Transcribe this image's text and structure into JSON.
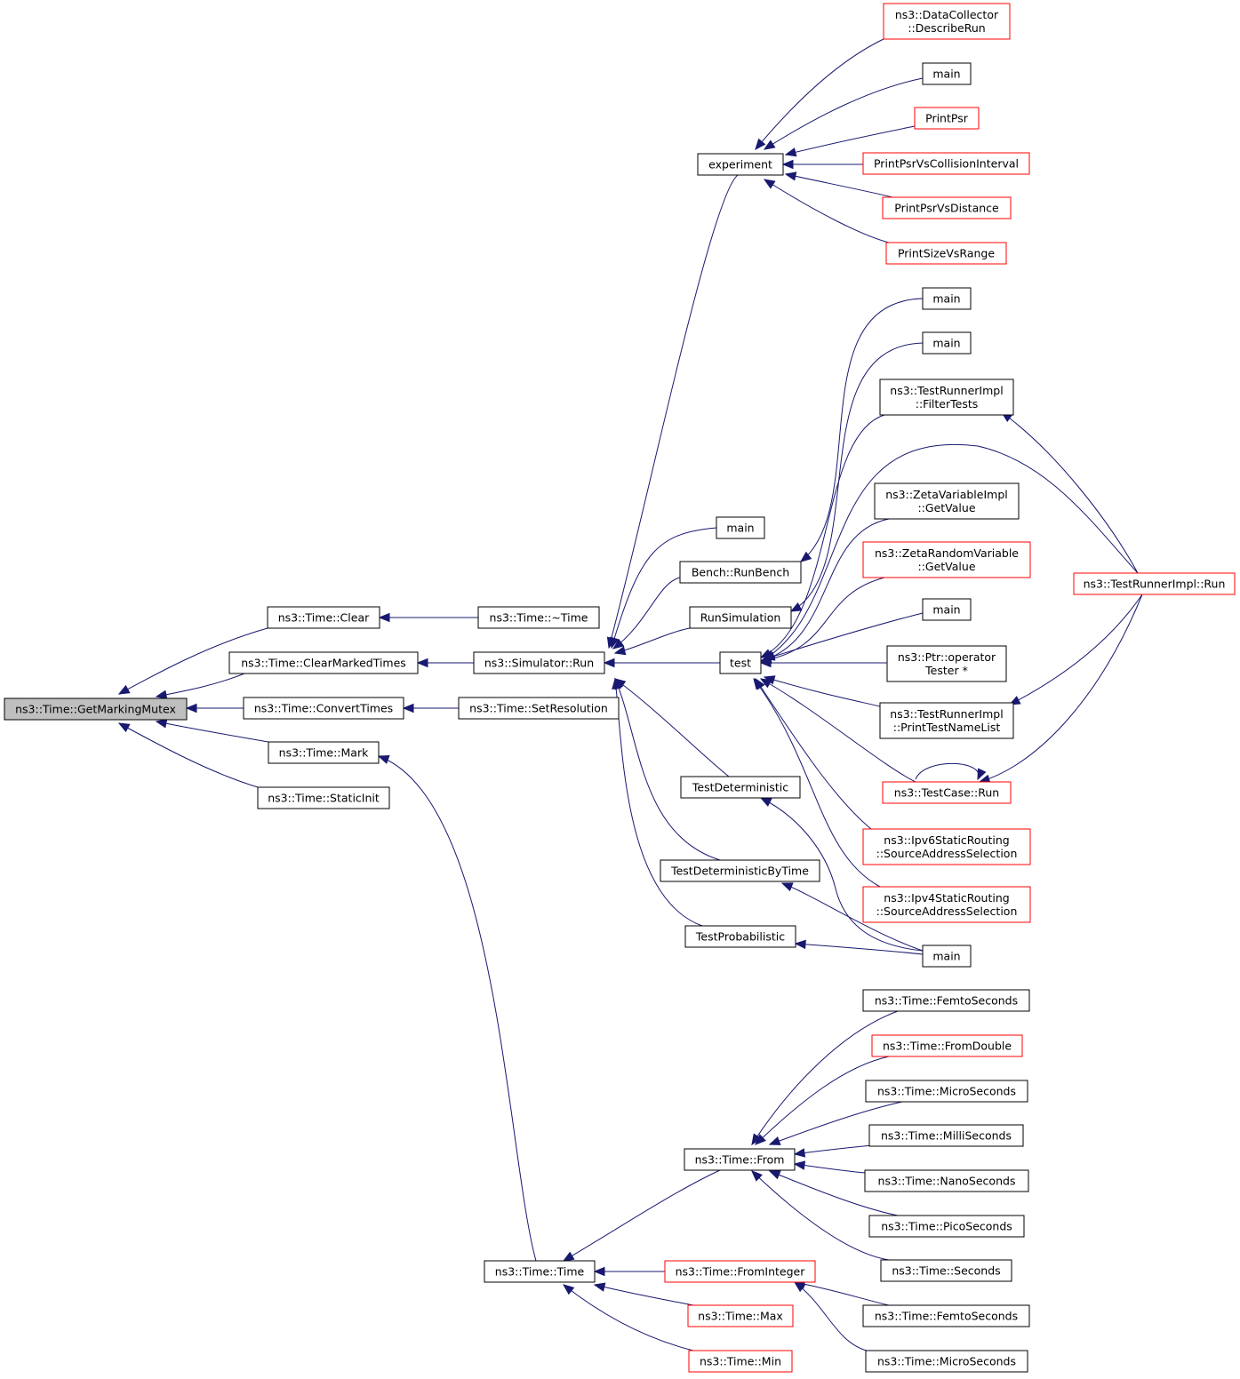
{
  "colors": {
    "edge": "#191970",
    "arrowhead": "#191970",
    "node_border": "#000000",
    "node_border_truncated": "#ff0000",
    "root_fill": "#bfbfbf",
    "node_fill": "#ffffff"
  },
  "nodes": [
    {
      "id": "getmarkingmutex",
      "lines": [
        "ns3::Time::GetMarkingMutex"
      ],
      "style": "root"
    },
    {
      "id": "clear",
      "lines": [
        "ns3::Time::Clear"
      ],
      "style": "normal"
    },
    {
      "id": "clearmarkedtimes",
      "lines": [
        "ns3::Time::ClearMarkedTimes"
      ],
      "style": "normal"
    },
    {
      "id": "converttimes",
      "lines": [
        "ns3::Time::ConvertTimes"
      ],
      "style": "normal"
    },
    {
      "id": "mark",
      "lines": [
        "ns3::Time::Mark"
      ],
      "style": "normal"
    },
    {
      "id": "staticinit",
      "lines": [
        "ns3::Time::StaticInit"
      ],
      "style": "normal"
    },
    {
      "id": "dtor",
      "lines": [
        "ns3::Time::~Time"
      ],
      "style": "normal"
    },
    {
      "id": "simrun",
      "lines": [
        "ns3::Simulator::Run"
      ],
      "style": "normal"
    },
    {
      "id": "setresolution",
      "lines": [
        "ns3::Time::SetResolution"
      ],
      "style": "normal"
    },
    {
      "id": "timetime",
      "lines": [
        "ns3::Time::Time"
      ],
      "style": "normal"
    },
    {
      "id": "experiment",
      "lines": [
        "experiment"
      ],
      "style": "normal"
    },
    {
      "id": "main_a",
      "lines": [
        "main"
      ],
      "style": "normal"
    },
    {
      "id": "runbench",
      "lines": [
        "Bench::RunBench"
      ],
      "style": "normal"
    },
    {
      "id": "runsimulation",
      "lines": [
        "RunSimulation"
      ],
      "style": "normal"
    },
    {
      "id": "test",
      "lines": [
        "test"
      ],
      "style": "normal"
    },
    {
      "id": "testdet",
      "lines": [
        "TestDeterministic"
      ],
      "style": "normal"
    },
    {
      "id": "testdetbytime",
      "lines": [
        "TestDeterministicByTime"
      ],
      "style": "normal"
    },
    {
      "id": "testprob",
      "lines": [
        "TestProbabilistic"
      ],
      "style": "normal"
    },
    {
      "id": "from",
      "lines": [
        "ns3::Time::From"
      ],
      "style": "normal"
    },
    {
      "id": "frominteger",
      "lines": [
        "ns3::Time::FromInteger"
      ],
      "style": "truncated"
    },
    {
      "id": "max",
      "lines": [
        "ns3::Time::Max"
      ],
      "style": "truncated"
    },
    {
      "id": "min",
      "lines": [
        "ns3::Time::Min"
      ],
      "style": "truncated"
    },
    {
      "id": "describerun",
      "lines": [
        "ns3::DataCollector",
        "::DescribeRun"
      ],
      "style": "truncated"
    },
    {
      "id": "main_b",
      "lines": [
        "main"
      ],
      "style": "normal"
    },
    {
      "id": "printpsr",
      "lines": [
        "PrintPsr"
      ],
      "style": "truncated"
    },
    {
      "id": "printpsrvscol",
      "lines": [
        "PrintPsrVsCollisionInterval"
      ],
      "style": "truncated"
    },
    {
      "id": "printpsrvsdist",
      "lines": [
        "PrintPsrVsDistance"
      ],
      "style": "truncated"
    },
    {
      "id": "printsizevsrange",
      "lines": [
        "PrintSizeVsRange"
      ],
      "style": "truncated"
    },
    {
      "id": "main_c",
      "lines": [
        "main"
      ],
      "style": "normal"
    },
    {
      "id": "main_d",
      "lines": [
        "main"
      ],
      "style": "normal"
    },
    {
      "id": "filtertests",
      "lines": [
        "ns3::TestRunnerImpl",
        "::FilterTests"
      ],
      "style": "normal"
    },
    {
      "id": "zetavar",
      "lines": [
        "ns3::ZetaVariableImpl",
        "::GetValue"
      ],
      "style": "normal"
    },
    {
      "id": "zetarand",
      "lines": [
        "ns3::ZetaRandomVariable",
        "::GetValue"
      ],
      "style": "truncated"
    },
    {
      "id": "main_e",
      "lines": [
        "main"
      ],
      "style": "normal"
    },
    {
      "id": "ptrop",
      "lines": [
        "ns3::Ptr::operator",
        "Tester *"
      ],
      "style": "normal"
    },
    {
      "id": "printtestnamelist",
      "lines": [
        "ns3::TestRunnerImpl",
        "::PrintTestNameList"
      ],
      "style": "normal"
    },
    {
      "id": "testcaserun",
      "lines": [
        "ns3::TestCase::Run"
      ],
      "style": "truncated"
    },
    {
      "id": "ipv6sas",
      "lines": [
        "ns3::Ipv6StaticRouting",
        "::SourceAddressSelection"
      ],
      "style": "truncated"
    },
    {
      "id": "ipv4sas",
      "lines": [
        "ns3::Ipv4StaticRouting",
        "::SourceAddressSelection"
      ],
      "style": "truncated"
    },
    {
      "id": "main_f",
      "lines": [
        "main"
      ],
      "style": "normal"
    },
    {
      "id": "testrunnerrun",
      "lines": [
        "ns3::TestRunnerImpl::Run"
      ],
      "style": "truncated"
    },
    {
      "id": "femto_a",
      "lines": [
        "ns3::Time::FemtoSeconds"
      ],
      "style": "normal"
    },
    {
      "id": "fromdouble",
      "lines": [
        "ns3::Time::FromDouble"
      ],
      "style": "truncated"
    },
    {
      "id": "micro_a",
      "lines": [
        "ns3::Time::MicroSeconds"
      ],
      "style": "normal"
    },
    {
      "id": "milli",
      "lines": [
        "ns3::Time::MilliSeconds"
      ],
      "style": "normal"
    },
    {
      "id": "nano",
      "lines": [
        "ns3::Time::NanoSeconds"
      ],
      "style": "normal"
    },
    {
      "id": "pico",
      "lines": [
        "ns3::Time::PicoSeconds"
      ],
      "style": "normal"
    },
    {
      "id": "seconds",
      "lines": [
        "ns3::Time::Seconds"
      ],
      "style": "normal"
    },
    {
      "id": "femto_b",
      "lines": [
        "ns3::Time::FemtoSeconds"
      ],
      "style": "normal"
    },
    {
      "id": "micro_b",
      "lines": [
        "ns3::Time::MicroSeconds"
      ],
      "style": "normal"
    }
  ],
  "edges": [
    {
      "callee": "getmarkingmutex",
      "caller": "clear"
    },
    {
      "callee": "getmarkingmutex",
      "caller": "clearmarkedtimes"
    },
    {
      "callee": "getmarkingmutex",
      "caller": "converttimes"
    },
    {
      "callee": "getmarkingmutex",
      "caller": "mark"
    },
    {
      "callee": "getmarkingmutex",
      "caller": "staticinit"
    },
    {
      "callee": "clear",
      "caller": "dtor"
    },
    {
      "callee": "clearmarkedtimes",
      "caller": "simrun"
    },
    {
      "callee": "converttimes",
      "caller": "setresolution"
    },
    {
      "callee": "mark",
      "caller": "timetime"
    },
    {
      "callee": "simrun",
      "caller": "experiment"
    },
    {
      "callee": "simrun",
      "caller": "main_a"
    },
    {
      "callee": "simrun",
      "caller": "runbench"
    },
    {
      "callee": "simrun",
      "caller": "runsimulation"
    },
    {
      "callee": "simrun",
      "caller": "test"
    },
    {
      "callee": "simrun",
      "caller": "testdet"
    },
    {
      "callee": "simrun",
      "caller": "testdetbytime"
    },
    {
      "callee": "simrun",
      "caller": "testprob"
    },
    {
      "callee": "experiment",
      "caller": "describerun"
    },
    {
      "callee": "experiment",
      "caller": "main_b"
    },
    {
      "callee": "experiment",
      "caller": "printpsr"
    },
    {
      "callee": "experiment",
      "caller": "printpsrvscol"
    },
    {
      "callee": "experiment",
      "caller": "printpsrvsdist"
    },
    {
      "callee": "experiment",
      "caller": "printsizevsrange"
    },
    {
      "callee": "runbench",
      "caller": "main_c"
    },
    {
      "callee": "runsimulation",
      "caller": "main_d"
    },
    {
      "callee": "test",
      "caller": "filtertests"
    },
    {
      "callee": "test",
      "caller": "testrunnerrun"
    },
    {
      "callee": "test",
      "caller": "zetavar"
    },
    {
      "callee": "test",
      "caller": "zetarand"
    },
    {
      "callee": "test",
      "caller": "main_e"
    },
    {
      "callee": "test",
      "caller": "ptrop"
    },
    {
      "callee": "test",
      "caller": "printtestnamelist"
    },
    {
      "callee": "test",
      "caller": "testcaserun"
    },
    {
      "callee": "test",
      "caller": "ipv6sas"
    },
    {
      "callee": "test",
      "caller": "ipv4sas"
    },
    {
      "callee": "filtertests",
      "caller": "testrunnerrun"
    },
    {
      "callee": "printtestnamelist",
      "caller": "testrunnerrun"
    },
    {
      "callee": "testcaserun",
      "caller": "testrunnerrun"
    },
    {
      "callee": "testcaserun",
      "caller": "testcaserun"
    },
    {
      "callee": "testdet",
      "caller": "main_f"
    },
    {
      "callee": "testdetbytime",
      "caller": "main_f"
    },
    {
      "callee": "testprob",
      "caller": "main_f"
    },
    {
      "callee": "timetime",
      "caller": "from"
    },
    {
      "callee": "timetime",
      "caller": "frominteger"
    },
    {
      "callee": "timetime",
      "caller": "max"
    },
    {
      "callee": "timetime",
      "caller": "min"
    },
    {
      "callee": "from",
      "caller": "femto_a"
    },
    {
      "callee": "from",
      "caller": "fromdouble"
    },
    {
      "callee": "from",
      "caller": "micro_a"
    },
    {
      "callee": "from",
      "caller": "milli"
    },
    {
      "callee": "from",
      "caller": "nano"
    },
    {
      "callee": "from",
      "caller": "pico"
    },
    {
      "callee": "from",
      "caller": "seconds"
    },
    {
      "callee": "frominteger",
      "caller": "femto_b"
    },
    {
      "callee": "frominteger",
      "caller": "micro_b"
    }
  ]
}
